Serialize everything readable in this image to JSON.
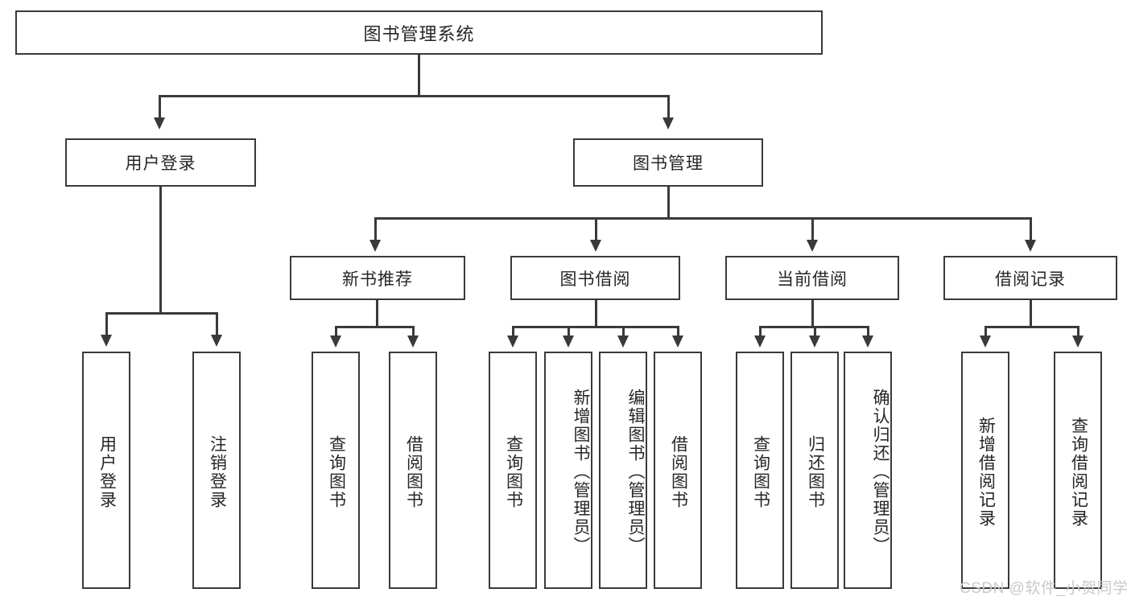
{
  "diagram": {
    "type": "tree",
    "title": "图书管理系统",
    "root": {
      "label": "图书管理系统"
    },
    "level1": [
      {
        "id": "user-login",
        "label": "用户登录"
      },
      {
        "id": "book-management",
        "label": "图书管理"
      }
    ],
    "level2": [
      {
        "id": "new-book-recommend",
        "label": "新书推荐",
        "parent": "book-management"
      },
      {
        "id": "book-borrow",
        "label": "图书借阅",
        "parent": "book-management"
      },
      {
        "id": "current-borrow",
        "label": "当前借阅",
        "parent": "book-management"
      },
      {
        "id": "borrow-record",
        "label": "借阅记录",
        "parent": "book-management"
      }
    ],
    "leaves": {
      "user-login": [
        {
          "id": "leaf-user-login",
          "label": "用户登录"
        },
        {
          "id": "leaf-user-logout",
          "label": "注销登录"
        }
      ],
      "new-book-recommend": [
        {
          "id": "leaf-query-book-1",
          "label": "查询图书"
        },
        {
          "id": "leaf-borrow-book-1",
          "label": "借阅图书"
        }
      ],
      "book-borrow": [
        {
          "id": "leaf-query-book-2",
          "label": "查询图书"
        },
        {
          "id": "leaf-add-book",
          "label": "新增图书（管理员）"
        },
        {
          "id": "leaf-edit-book",
          "label": "编辑图书（管理员）"
        },
        {
          "id": "leaf-borrow-book-2",
          "label": "借阅图书"
        }
      ],
      "current-borrow": [
        {
          "id": "leaf-query-book-3",
          "label": "查询图书"
        },
        {
          "id": "leaf-return-book",
          "label": "归还图书"
        },
        {
          "id": "leaf-confirm-return",
          "label": "确认归还（管理员）"
        }
      ],
      "borrow-record": [
        {
          "id": "leaf-add-record",
          "label": "新增借阅记录"
        },
        {
          "id": "leaf-query-record",
          "label": "查询借阅记录"
        }
      ]
    }
  },
  "watermark": {
    "text": "CSDN @软件_小贺同学"
  },
  "colors": {
    "stroke": "#3a3a3a",
    "text": "#262626",
    "background": "#ffffff",
    "watermark": "#c9c9c9"
  }
}
